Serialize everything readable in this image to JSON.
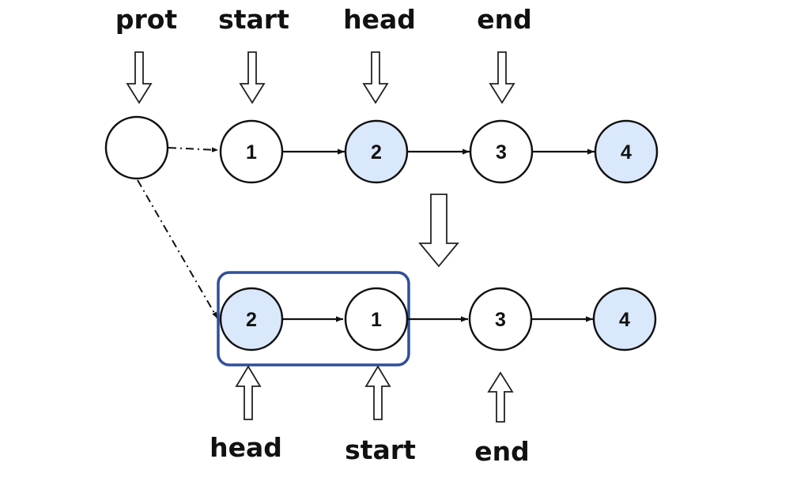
{
  "top_row": {
    "labels": {
      "prot": "prot",
      "start": "start",
      "head": "head",
      "end": "end"
    },
    "nodes": [
      {
        "text": "",
        "highlighted": false
      },
      {
        "text": "1",
        "highlighted": false
      },
      {
        "text": "2",
        "highlighted": true
      },
      {
        "text": "3",
        "highlighted": false
      },
      {
        "text": "4",
        "highlighted": true
      }
    ]
  },
  "bottom_row": {
    "labels": {
      "head": "head",
      "start": "start",
      "end": "end"
    },
    "nodes": [
      {
        "text": "2",
        "highlighted": true
      },
      {
        "text": "1",
        "highlighted": false
      },
      {
        "text": "3",
        "highlighted": false
      },
      {
        "text": "4",
        "highlighted": true
      }
    ]
  },
  "colors": {
    "node_highlight": "#dae8fc",
    "node_plain": "#ffffff",
    "stroke": "#111111",
    "group_box": "#2f4f9a"
  }
}
